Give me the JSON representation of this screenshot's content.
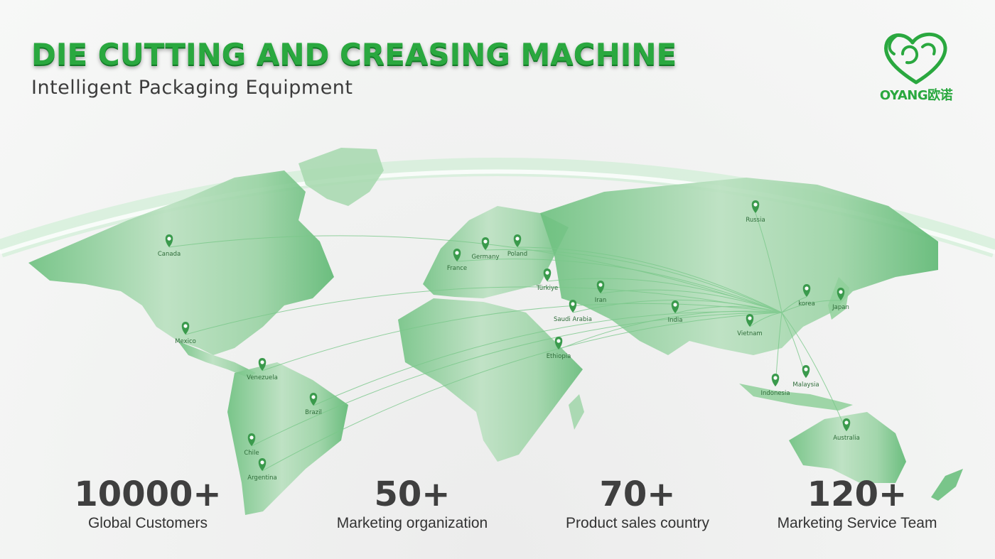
{
  "header": {
    "title": "DIE CUTTING AND CREASING MACHINE",
    "subtitle": "Intelligent Packaging Equipment"
  },
  "logo": {
    "text": "OYANG欧诺",
    "icon": "heart-leaf-logo-icon"
  },
  "colors": {
    "brand": "#2aa83f",
    "land": "#8fd09a",
    "stat_text": "#3f3f3f"
  },
  "map": {
    "locations": [
      "Russia",
      "Canada",
      "Germany",
      "Poland",
      "France",
      "Türkiye",
      "Iran",
      "korea",
      "Japan",
      "Saudi Arabia",
      "India",
      "Mexico",
      "Vietnam",
      "Ethiopia",
      "Venezuela",
      "Malaysia",
      "Indonesia",
      "Brazil",
      "Australia",
      "Chile",
      "Argentina"
    ]
  },
  "stats": [
    {
      "value": "10000+",
      "label": "Global Customers"
    },
    {
      "value": "50+",
      "label": "Marketing organization"
    },
    {
      "value": "70+",
      "label": "Product sales country"
    },
    {
      "value": "120+",
      "label": "Marketing Service Team"
    }
  ]
}
